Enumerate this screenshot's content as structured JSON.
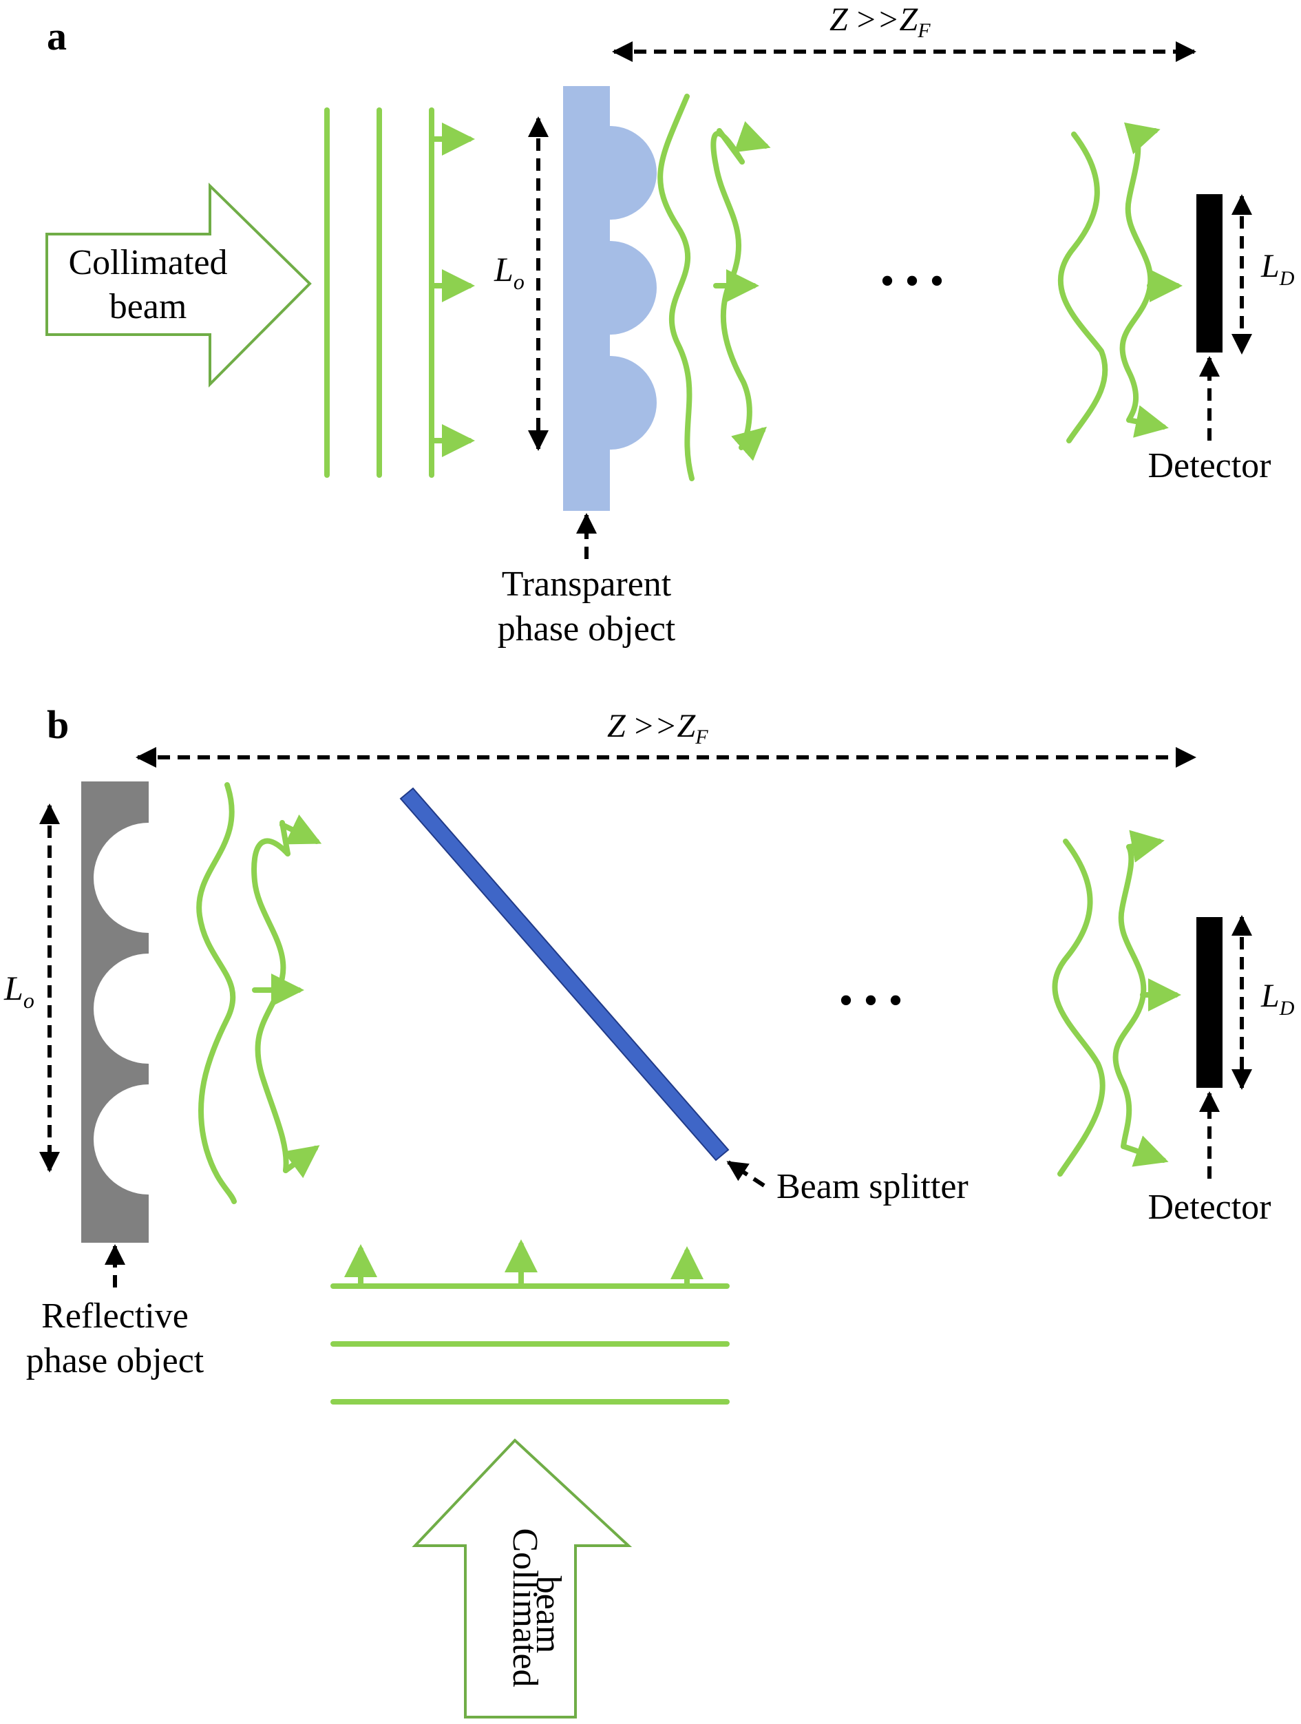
{
  "panel_a": {
    "letter": "a",
    "distance": {
      "z": "Z",
      "relation": ">>",
      "zf": "Z",
      "zf_sub": "F"
    },
    "source_label": [
      "Collimated",
      "beam"
    ],
    "object_size": {
      "main": "L",
      "sub": "o"
    },
    "object_label": [
      "Transparent",
      "phase object"
    ],
    "ellipsis": "• • •",
    "detector_size": {
      "main": "L",
      "sub": "D"
    },
    "detector_label": "Detector"
  },
  "panel_b": {
    "letter": "b",
    "distance": {
      "z": "Z",
      "relation": ">>",
      "zf": "Z",
      "zf_sub": "F"
    },
    "object_size": {
      "main": "L",
      "sub": "o"
    },
    "object_label": [
      "Reflective",
      "phase object"
    ],
    "splitter_label": "Beam splitter",
    "ellipsis": "• • •",
    "detector_size": {
      "main": "L",
      "sub": "D"
    },
    "detector_label": "Detector",
    "source_label": [
      "Collimated",
      "beam"
    ]
  },
  "colors": {
    "light": "#8dd14f",
    "transparent_object": "#a5bde6",
    "reflective_object": "#808080",
    "beam_splitter": "#3f66c7",
    "detector": "#000000"
  }
}
